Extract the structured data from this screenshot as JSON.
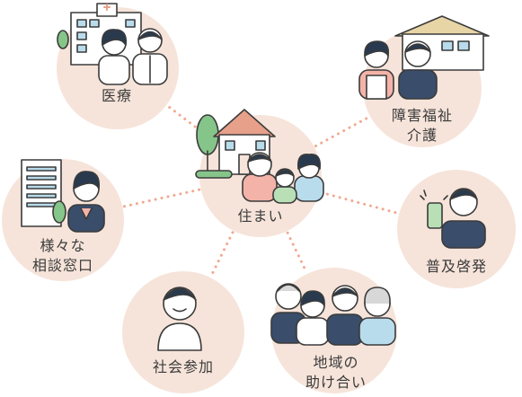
{
  "colors": {
    "circle": "#f6e4da",
    "connector": "#f0a98f",
    "ink": "#3b3b3b",
    "skin": "#ffffff",
    "hair": "#2a3a4e",
    "shirt_pink": "#f4b3a8",
    "shirt_green": "#b8dfb6",
    "shirt_blue": "#b9dcec",
    "navy": "#3a4d6a",
    "tree": "#86c58a",
    "roof": "#e7a08a"
  },
  "diagram": {
    "center": {
      "label": "住まい",
      "icon": "house-family-icon"
    },
    "nodes": [
      {
        "id": "medical",
        "lines": [
          "医療"
        ],
        "icon": "hospital-doctors-icon"
      },
      {
        "id": "welfare",
        "lines": [
          "障害福祉",
          "介護"
        ],
        "icon": "care-facility-staff-icon"
      },
      {
        "id": "awareness",
        "lines": [
          "普及啓発"
        ],
        "icon": "smartphone-person-icon"
      },
      {
        "id": "community",
        "lines": [
          "地域の",
          "助け合い"
        ],
        "icon": "neighbors-group-icon"
      },
      {
        "id": "social",
        "lines": [
          "社会参加"
        ],
        "icon": "person-smiling-icon"
      },
      {
        "id": "consultation",
        "lines": [
          "様々な",
          "相談窓口"
        ],
        "icon": "office-clerk-icon"
      }
    ]
  }
}
